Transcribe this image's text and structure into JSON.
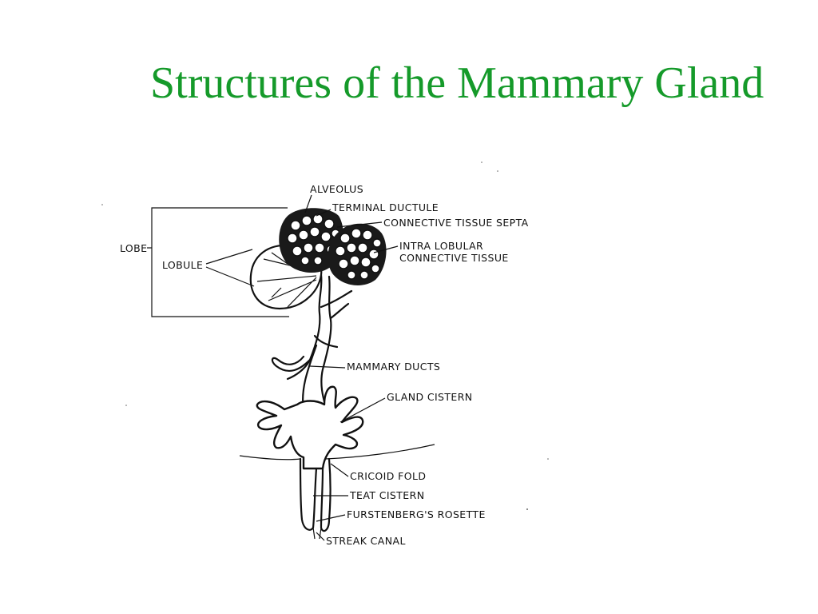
{
  "title": "Structures of the Mammary Gland",
  "labels": {
    "alveolus": "ALVEOLUS",
    "terminal_ductule": "TERMINAL DUCTULE",
    "connective_tissue_septa": "CONNECTIVE TISSUE SEPTA",
    "intra_lobular_1": "INTRA LOBULAR",
    "intra_lobular_2": "CONNECTIVE TISSUE",
    "lobe": "LOBE",
    "lobule": "LOBULE",
    "mammary_ducts": "MAMMARY DUCTS",
    "gland_cistern": "GLAND CISTERN",
    "cricoid_fold": "CRICOID FOLD",
    "teat_cistern": "TEAT CISTERN",
    "furstenbergs_rosette": "FURSTENBERG'S ROSETTE",
    "streak_canal": "STREAK CANAL"
  },
  "colors": {
    "title": "#159a2a",
    "ink": "#111111",
    "background": "#ffffff"
  }
}
